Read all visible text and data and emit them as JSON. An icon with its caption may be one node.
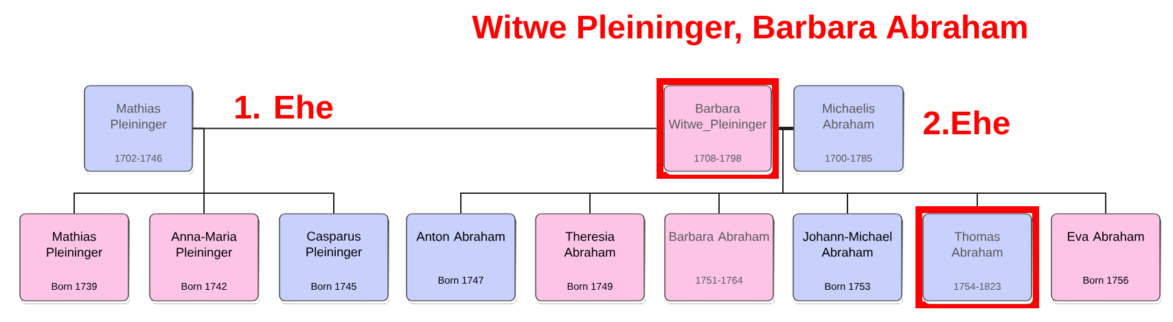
{
  "diagram": {
    "title": "Witwe Pleininger, Barbara Abraham",
    "nodes": [
      {
        "text": [
          "Mathias Pleininger",
          "1702-1746"
        ]
      },
      {
        "text": [],
        "shape": "box"
      },
      {
        "text": [
          "Barbara Witwe_Pleininger",
          "1708-1798"
        ],
        "in": 1
      },
      {
        "text": [
          "Michaelis Abraham",
          "1700-1785"
        ]
      },
      {
        "text": [
          "Mathias Pleininger",
          "Born 1739"
        ]
      },
      {
        "text": [
          "Anna-Maria Pleininger",
          "Born 1742"
        ]
      },
      {
        "text": [
          "Casparus Pleininger",
          "Born 1745"
        ]
      },
      {
        "text": [
          "Anton Abraham",
          "Born 1747"
        ]
      },
      {
        "text": [
          "Theresia Abraham",
          "Born 1749"
        ]
      },
      {
        "text": [
          "Barbara Abraham",
          "1751-1764"
        ]
      },
      {
        "text": [
          "Johann-Michael Abraham",
          "Born 1753"
        ]
      },
      {
        "text": [],
        "shape": "box"
      },
      {
        "text": [
          "Thomas Abraham",
          "1754-1823"
        ],
        "in": 11
      },
      {
        "text": [
          "Eva Abraham",
          "Born 1756"
        ]
      }
    ],
    "edges": [
      {
        "from": 0,
        "to": 2,
        "arrow": "none",
        "label": "1. Ehe"
      },
      {
        "from": 2,
        "to": 3,
        "arrow": "none",
        "style": "thick"
      },
      {
        "from": 0,
        "to": 4,
        "arrow": "none"
      },
      {
        "from": 0,
        "to": 5,
        "arrow": "none"
      },
      {
        "from": 0,
        "to": 6,
        "arrow": "none"
      },
      {
        "from": 3,
        "to": 7,
        "arrow": "none"
      },
      {
        "from": 3,
        "to": 8,
        "arrow": "none"
      },
      {
        "from": 3,
        "to": 9,
        "arrow": "none"
      },
      {
        "from": 3,
        "to": 10,
        "arrow": "none"
      },
      {
        "from": 3,
        "to": 11,
        "arrow": "none"
      },
      {
        "from": 3,
        "to": 13,
        "arrow": "none"
      }
    ],
    "labels": [
      "2.Ehe"
    ]
  }
}
